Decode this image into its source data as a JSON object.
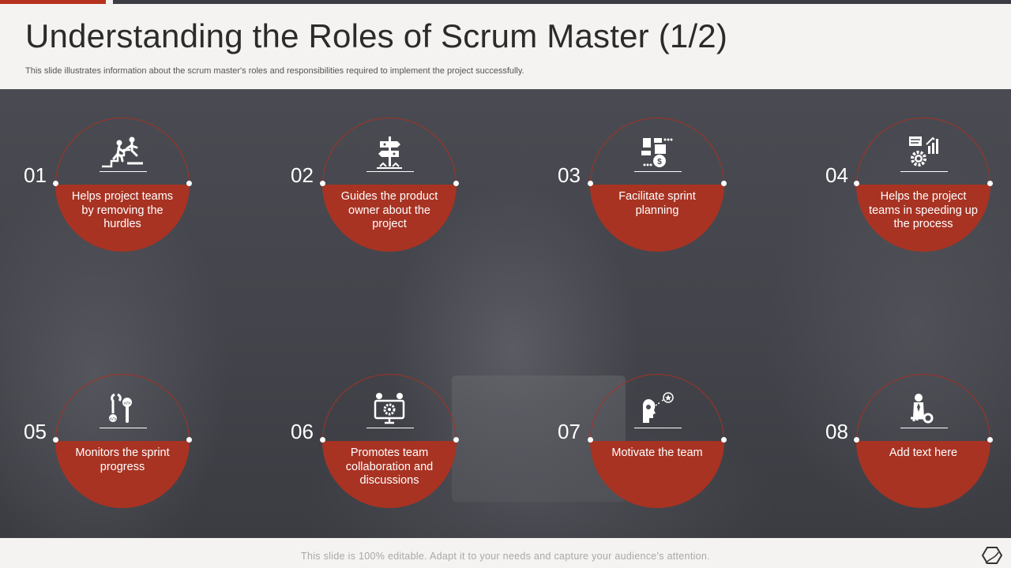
{
  "header": {
    "title": "Understanding the Roles of Scrum Master (1/2)",
    "subtitle": "This slide illustrates information about the scrum master's roles and responsibilities required to implement the project successfully."
  },
  "roles": [
    {
      "number": "01",
      "text": "Helps project teams by removing the hurdles",
      "icon": "climbing-stairs-icon"
    },
    {
      "number": "02",
      "text": "Guides the product owner about the project",
      "icon": "signpost-icon"
    },
    {
      "number": "03",
      "text": "Facilitate sprint planning",
      "icon": "planning-money-icon"
    },
    {
      "number": "04",
      "text": "Helps the project teams in speeding up the process",
      "icon": "gear-growth-icon"
    },
    {
      "number": "05",
      "text": "Monitors the sprint progress",
      "icon": "code-tools-icon"
    },
    {
      "number": "06",
      "text": "Promotes team collaboration and discussions",
      "icon": "team-monitor-icon"
    },
    {
      "number": "07",
      "text": "Motivate the team",
      "icon": "head-star-icon"
    },
    {
      "number": "08",
      "text": "Add text here",
      "icon": "person-key-icon"
    }
  ],
  "footer": {
    "text": "This slide is 100% editable. Adapt it to your needs and capture your audience's attention."
  },
  "colors": {
    "accent": "#a83323",
    "dark": "#3b3c44",
    "background": "#f4f3f1"
  }
}
